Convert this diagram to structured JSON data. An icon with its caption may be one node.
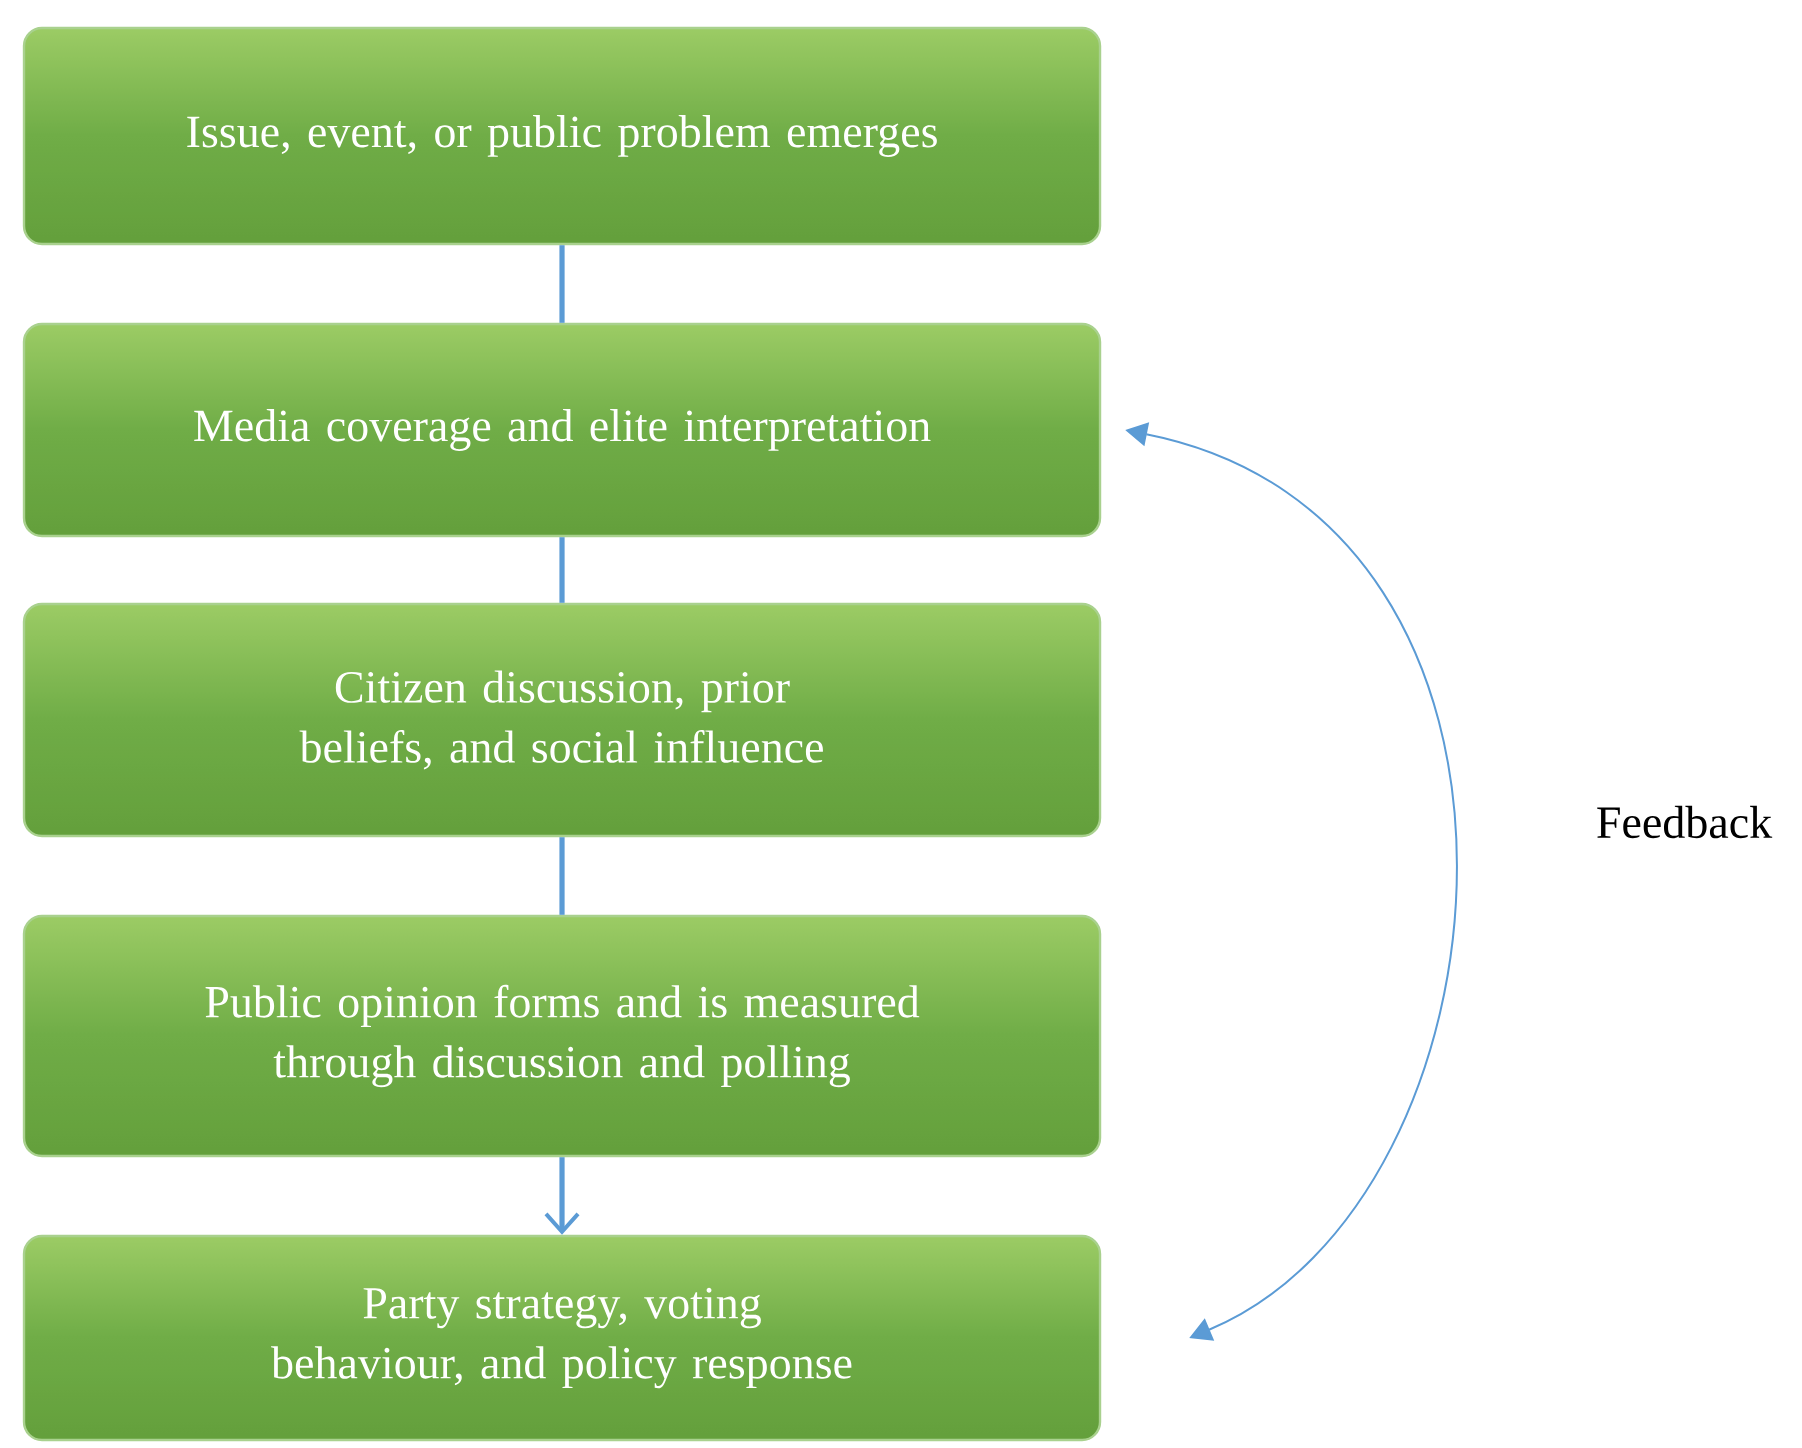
{
  "diagram": {
    "nodes": [
      {
        "text": [
          "Issue, event, or public problem emerges"
        ]
      },
      {
        "text": [
          "Media coverage and elite interpretation"
        ]
      },
      {
        "text": [
          "Citizen discussion, prior beliefs, and social influence"
        ]
      },
      {
        "text": [
          "Public opinion forms and is measured through discussion and polling"
        ]
      },
      {
        "text": [
          "Party strategy, voting behaviour, and policy response"
        ]
      }
    ],
    "edges": [
      {
        "from": 0,
        "to": 1,
        "arrow": "none"
      },
      {
        "from": 1,
        "to": 2,
        "arrow": "none"
      },
      {
        "from": 2,
        "to": 3,
        "arrow": "none"
      },
      {
        "from": 3,
        "to": 4,
        "arrow": "to"
      },
      {
        "from": 4,
        "to": 1,
        "arrow": "both",
        "label": "Feedback"
      }
    ]
  }
}
